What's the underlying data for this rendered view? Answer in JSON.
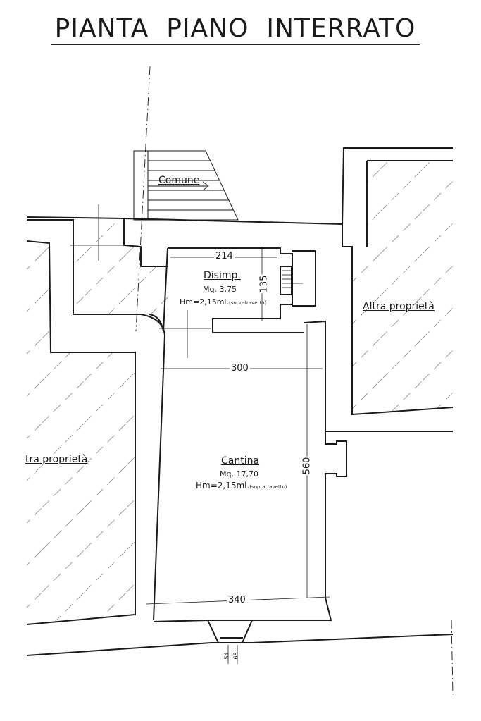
{
  "title": "PIANTA  PIANO  INTERRATO",
  "rooms": {
    "comune": {
      "name": "Comune"
    },
    "disimpegno": {
      "name": "Disimp.",
      "area": "Mq. 3,75",
      "height": "Hm=2,15ml.",
      "height_note": "(sopratravetto)"
    },
    "cantina": {
      "name": "Cantina",
      "area": "Mq. 17,70",
      "height": "Hm=2,15ml.",
      "height_note": "(sopratravetto)"
    }
  },
  "neighbors": {
    "right": "Altra proprietà",
    "left": "tra proprietà"
  },
  "dimensions": {
    "disimp_width": "214",
    "disimp_depth": "135",
    "cantina_width_top": "300",
    "cantina_length": "560",
    "cantina_width_bottom": "340",
    "window_a": "54",
    "window_b": "68"
  },
  "colors": {
    "ink": "#1a1a1a",
    "hatch": "#8a8a8a",
    "paper": "#ffffff"
  }
}
